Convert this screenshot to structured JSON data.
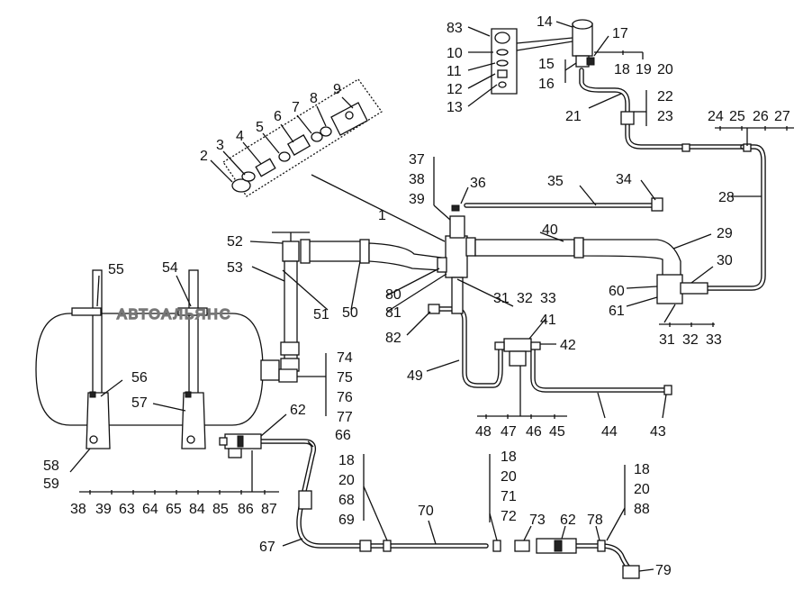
{
  "watermark": "АВТОАЛЬЯНС",
  "labels": [
    {
      "id": "l83",
      "t": "83"
    },
    {
      "id": "l10",
      "t": "10"
    },
    {
      "id": "l11",
      "t": "11"
    },
    {
      "id": "l12",
      "t": "12"
    },
    {
      "id": "l13",
      "t": "13"
    },
    {
      "id": "l14",
      "t": "14"
    },
    {
      "id": "l17",
      "t": "17"
    },
    {
      "id": "l15",
      "t": "15"
    },
    {
      "id": "l16",
      "t": "16"
    },
    {
      "id": "l18a",
      "t": "18"
    },
    {
      "id": "l19",
      "t": "19"
    },
    {
      "id": "l20a",
      "t": "20"
    },
    {
      "id": "l21",
      "t": "21"
    },
    {
      "id": "l22",
      "t": "22"
    },
    {
      "id": "l23",
      "t": "23"
    },
    {
      "id": "l24",
      "t": "24"
    },
    {
      "id": "l25",
      "t": "25"
    },
    {
      "id": "l26",
      "t": "26"
    },
    {
      "id": "l27",
      "t": "27"
    },
    {
      "id": "l28",
      "t": "28"
    },
    {
      "id": "l9",
      "t": "9"
    },
    {
      "id": "l8",
      "t": "8"
    },
    {
      "id": "l7",
      "t": "7"
    },
    {
      "id": "l6",
      "t": "6"
    },
    {
      "id": "l5",
      "t": "5"
    },
    {
      "id": "l4",
      "t": "4"
    },
    {
      "id": "l3",
      "t": "3"
    },
    {
      "id": "l2",
      "t": "2"
    },
    {
      "id": "l1",
      "t": "1"
    },
    {
      "id": "l37",
      "t": "37"
    },
    {
      "id": "l38a",
      "t": "38"
    },
    {
      "id": "l39a",
      "t": "39"
    },
    {
      "id": "l36",
      "t": "36"
    },
    {
      "id": "l35",
      "t": "35"
    },
    {
      "id": "l34",
      "t": "34"
    },
    {
      "id": "l40",
      "t": "40"
    },
    {
      "id": "l29",
      "t": "29"
    },
    {
      "id": "l30",
      "t": "30"
    },
    {
      "id": "l52",
      "t": "52"
    },
    {
      "id": "l53",
      "t": "53"
    },
    {
      "id": "l55",
      "t": "55"
    },
    {
      "id": "l54",
      "t": "54"
    },
    {
      "id": "l80",
      "t": "80"
    },
    {
      "id": "l81",
      "t": "81"
    },
    {
      "id": "l51",
      "t": "51"
    },
    {
      "id": "l50",
      "t": "50"
    },
    {
      "id": "l31a",
      "t": "31"
    },
    {
      "id": "l32a",
      "t": "32"
    },
    {
      "id": "l33a",
      "t": "33"
    },
    {
      "id": "l60",
      "t": "60"
    },
    {
      "id": "l61",
      "t": "61"
    },
    {
      "id": "l31b",
      "t": "31"
    },
    {
      "id": "l32b",
      "t": "32"
    },
    {
      "id": "l33b",
      "t": "33"
    },
    {
      "id": "l41",
      "t": "41"
    },
    {
      "id": "l42",
      "t": "42"
    },
    {
      "id": "l82",
      "t": "82"
    },
    {
      "id": "l49",
      "t": "49"
    },
    {
      "id": "l74",
      "t": "74"
    },
    {
      "id": "l75",
      "t": "75"
    },
    {
      "id": "l76",
      "t": "76"
    },
    {
      "id": "l77",
      "t": "77"
    },
    {
      "id": "l56",
      "t": "56"
    },
    {
      "id": "l57",
      "t": "57"
    },
    {
      "id": "l44",
      "t": "44"
    },
    {
      "id": "l43",
      "t": "43"
    },
    {
      "id": "l48",
      "t": "48"
    },
    {
      "id": "l47",
      "t": "47"
    },
    {
      "id": "l46",
      "t": "46"
    },
    {
      "id": "l45",
      "t": "45"
    },
    {
      "id": "l62a",
      "t": "62"
    },
    {
      "id": "l66",
      "t": "66"
    },
    {
      "id": "l58",
      "t": "58"
    },
    {
      "id": "l59",
      "t": "59"
    },
    {
      "id": "l38b",
      "t": "38"
    },
    {
      "id": "l39b",
      "t": "39"
    },
    {
      "id": "l63",
      "t": "63"
    },
    {
      "id": "l64",
      "t": "64"
    },
    {
      "id": "l65",
      "t": "65"
    },
    {
      "id": "l84",
      "t": "84"
    },
    {
      "id": "l85",
      "t": "85"
    },
    {
      "id": "l86",
      "t": "86"
    },
    {
      "id": "l87",
      "t": "87"
    },
    {
      "id": "l18b",
      "t": "18"
    },
    {
      "id": "l20b",
      "t": "20"
    },
    {
      "id": "l68",
      "t": "68"
    },
    {
      "id": "l69",
      "t": "69"
    },
    {
      "id": "l70",
      "t": "70"
    },
    {
      "id": "l18c",
      "t": "18"
    },
    {
      "id": "l20c",
      "t": "20"
    },
    {
      "id": "l71",
      "t": "71"
    },
    {
      "id": "l72",
      "t": "72"
    },
    {
      "id": "l73",
      "t": "73"
    },
    {
      "id": "l62b",
      "t": "62"
    },
    {
      "id": "l78",
      "t": "78"
    },
    {
      "id": "l18d",
      "t": "18"
    },
    {
      "id": "l20d",
      "t": "20"
    },
    {
      "id": "l88",
      "t": "88"
    },
    {
      "id": "l67",
      "t": "67"
    },
    {
      "id": "l79",
      "t": "79"
    }
  ]
}
